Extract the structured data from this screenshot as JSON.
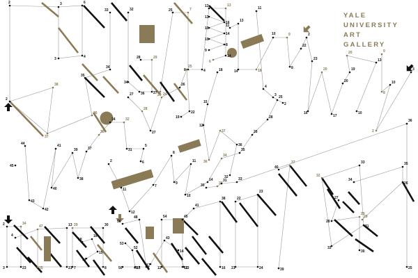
{
  "title": {
    "lines": [
      "YALE",
      "UNIVERSITY",
      "ART",
      "GALLERY"
    ]
  },
  "colors": {
    "ink": "#111111",
    "gold": "#8a7a55",
    "thread": "#9a9a9a",
    "background": "#ffffff"
  },
  "puzzle": {
    "number_labels": [
      "2",
      "3",
      "4",
      "5",
      "6",
      "7",
      "8",
      "9",
      "10",
      "11",
      "12",
      "13",
      "14",
      "15",
      "16",
      "17",
      "18",
      "19",
      "20",
      "21",
      "22",
      "23",
      "24",
      "25",
      "26",
      "27",
      "28",
      "29",
      "30",
      "31",
      "32",
      "33",
      "34",
      "35",
      "36",
      "37",
      "38",
      "39",
      "40",
      "41",
      "42",
      "43",
      "44",
      "45",
      "46",
      "47",
      "48",
      "49",
      "50",
      "51",
      "52",
      "53",
      "54",
      "55",
      "56"
    ]
  }
}
